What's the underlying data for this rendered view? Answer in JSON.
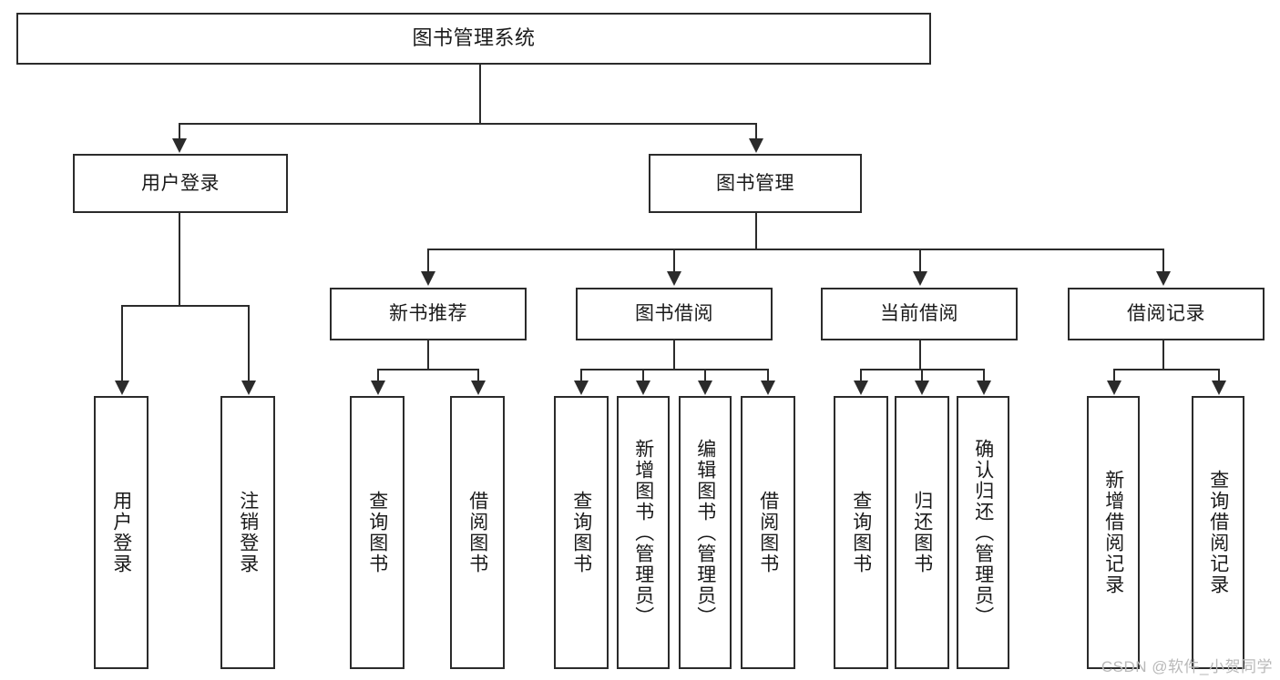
{
  "diagram": {
    "title": "图书管理系统",
    "type": "功能结构图",
    "colors": {
      "background": "#ffffff",
      "stroke": "#2b2b2b",
      "text": "#1a1a1a",
      "watermark": "#b9b9b9"
    }
  },
  "nodes": {
    "root": {
      "label": "图书管理系统"
    },
    "level2": [
      {
        "label": "用户登录"
      },
      {
        "label": "图书管理"
      }
    ],
    "level3": [
      {
        "label": "新书推荐"
      },
      {
        "label": "图书借阅"
      },
      {
        "label": "当前借阅"
      },
      {
        "label": "借阅记录"
      }
    ],
    "leaves": {
      "user_login": [
        {
          "label": "用户登录"
        },
        {
          "label": "注销登录"
        }
      ],
      "new_book": [
        {
          "label": "查询图书"
        },
        {
          "label": "借阅图书"
        }
      ],
      "book_borrow": [
        {
          "label": "查询图书"
        },
        {
          "label": "新增图书（管理员）"
        },
        {
          "label": "编辑图书（管理员）"
        },
        {
          "label": "借阅图书"
        }
      ],
      "current_borrow": [
        {
          "label": "查询图书"
        },
        {
          "label": "归还图书"
        },
        {
          "label": "确认归还（管理员）"
        }
      ],
      "borrow_record": [
        {
          "label": "新增借阅记录"
        },
        {
          "label": "查询借阅记录"
        }
      ]
    }
  },
  "watermark": {
    "text": "CSDN @软件_小贺同学"
  }
}
